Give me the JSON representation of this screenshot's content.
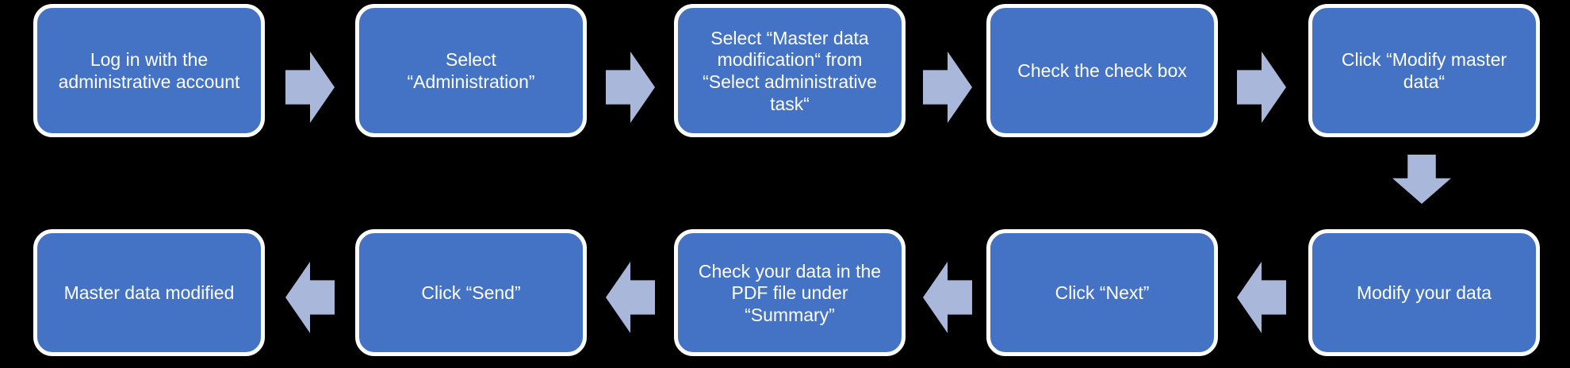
{
  "diagram": {
    "type": "flowchart",
    "background_color": "#000000",
    "colors": {
      "box_fill": "#4472C4",
      "box_border": "#ffffff",
      "arrow_fill": "#A9B7DB",
      "text": "#ffffff"
    },
    "steps": [
      {
        "id": 1,
        "row": 1,
        "col": 1,
        "label": "Log in with the\nadministrative account"
      },
      {
        "id": 2,
        "row": 1,
        "col": 2,
        "label": "Select\n“Administration”"
      },
      {
        "id": 3,
        "row": 1,
        "col": 3,
        "label": "Select “Master data\nmodification“ from\n“Select administrative\ntask“"
      },
      {
        "id": 4,
        "row": 1,
        "col": 4,
        "label": "Check the check box"
      },
      {
        "id": 5,
        "row": 1,
        "col": 5,
        "label": "Click “Modify master\ndata“"
      },
      {
        "id": 6,
        "row": 2,
        "col": 5,
        "label": "Modify your data"
      },
      {
        "id": 7,
        "row": 2,
        "col": 4,
        "label": "Click “Next”"
      },
      {
        "id": 8,
        "row": 2,
        "col": 3,
        "label": "Check your data in the\nPDF file under\n“Summary”"
      },
      {
        "id": 9,
        "row": 2,
        "col": 2,
        "label": "Click “Send”"
      },
      {
        "id": 10,
        "row": 2,
        "col": 1,
        "label": "Master data modified"
      }
    ],
    "connectors": [
      {
        "from": 1,
        "to": 2,
        "direction": "right"
      },
      {
        "from": 2,
        "to": 3,
        "direction": "right"
      },
      {
        "from": 3,
        "to": 4,
        "direction": "right"
      },
      {
        "from": 4,
        "to": 5,
        "direction": "right"
      },
      {
        "from": 5,
        "to": 6,
        "direction": "down"
      },
      {
        "from": 6,
        "to": 7,
        "direction": "left"
      },
      {
        "from": 7,
        "to": 8,
        "direction": "left"
      },
      {
        "from": 8,
        "to": 9,
        "direction": "left"
      },
      {
        "from": 9,
        "to": 10,
        "direction": "left"
      }
    ]
  }
}
